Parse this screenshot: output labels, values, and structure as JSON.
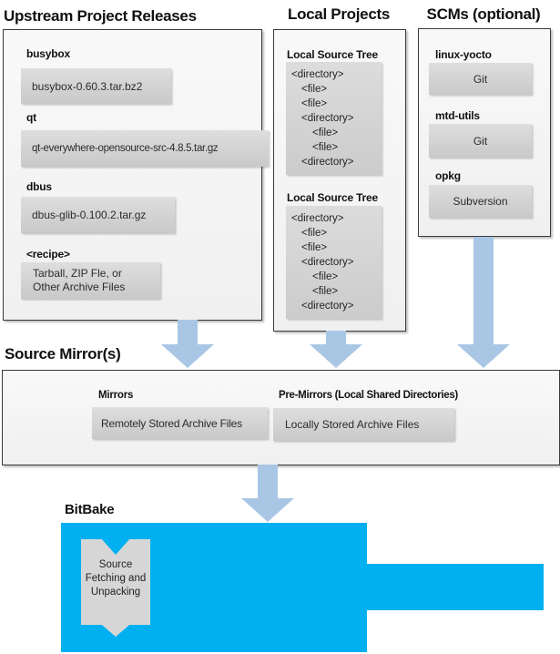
{
  "palette": {
    "cyan": "#00b0f0",
    "arrow": "#a9c7e5"
  },
  "upstream": {
    "title": "Upstream Project Releases",
    "items": [
      {
        "label": "busybox",
        "box": "busybox-0.60.3.tar.bz2"
      },
      {
        "label": "qt",
        "box": "qt-everywhere-opensource-src-4.8.5.tar.gz"
      },
      {
        "label": "dbus",
        "box": "dbus-glib-0.100.2.tar.gz"
      },
      {
        "label": "<recipe>",
        "box_line1": "Tarball, ZIP Fle, or",
        "box_line2": "Other Archive Files"
      }
    ]
  },
  "local": {
    "title": "Local Projects",
    "section_label": "Local Source Tree",
    "tree": [
      "<directory>",
      "<file>",
      "<file>",
      "<directory>",
      "<file>",
      "<file>",
      "<directory>"
    ]
  },
  "scms": {
    "title": "SCMs (optional)",
    "items": [
      {
        "label": "linux-yocto",
        "box": "Git"
      },
      {
        "label": "mtd-utils",
        "box": "Git"
      },
      {
        "label": "opkg",
        "box": "Subversion"
      }
    ]
  },
  "mirrors": {
    "title": "Source Mirror(s)",
    "mirrors_label": "Mirrors",
    "mirrors_box": "Remotely Stored Archive Files",
    "premirrors_label": "Pre-Mirrors (Local Shared Directories)",
    "premirrors_box": "Locally Stored Archive Files"
  },
  "bitbake": {
    "title": "BitBake",
    "pointer_line1": "Source",
    "pointer_line2": "Fetching and",
    "pointer_line3": "Unpacking"
  }
}
